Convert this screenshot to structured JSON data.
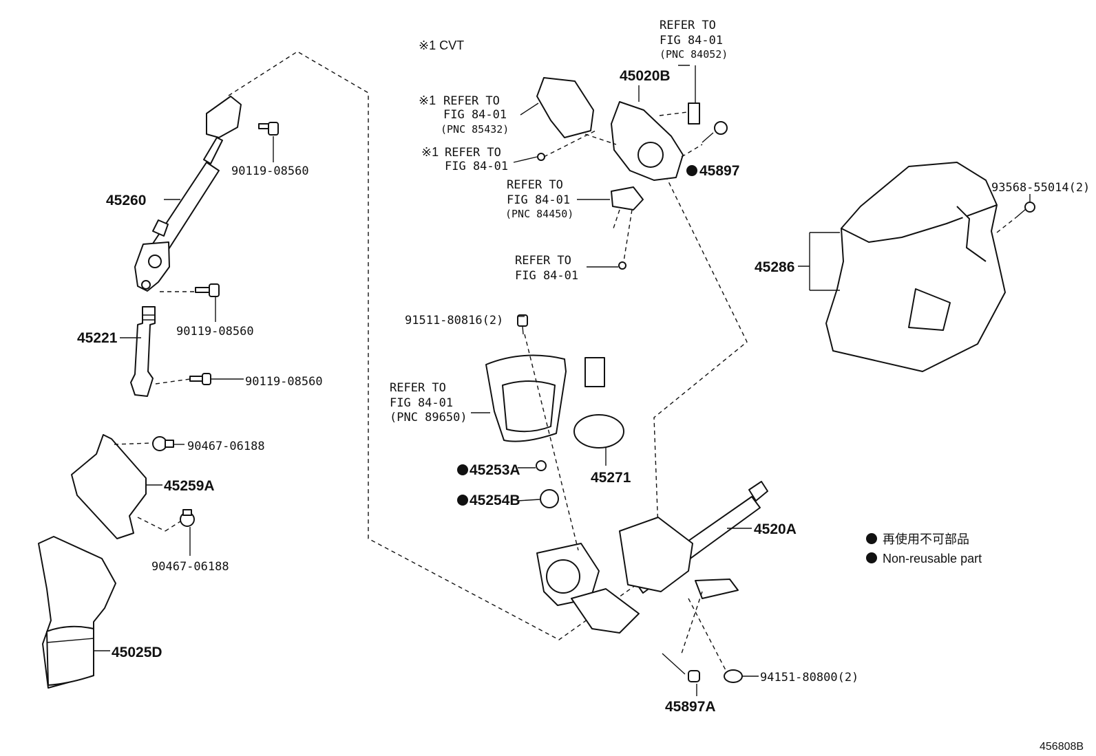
{
  "note_cvt": "※1 CVT",
  "callouts": {
    "refer_top": [
      "REFER TO",
      "FIG 84-01",
      "(PNC 84052)"
    ],
    "refer_85432": [
      "REFER TO",
      "FIG 84-01",
      "(PNC 85432)"
    ],
    "refer_85432_mark": "※1",
    "refer_plain1": [
      "REFER TO",
      "FIG 84-01"
    ],
    "refer_plain1_mark": "※1",
    "refer_84450": [
      "REFER TO",
      "FIG 84-01",
      "(PNC 84450)"
    ],
    "refer_plain2": [
      "REFER TO",
      "FIG 84-01"
    ],
    "refer_89650": [
      "REFER TO",
      "FIG 84-01",
      "(PNC 89650)"
    ]
  },
  "parts": {
    "p45020B": "45020B",
    "p45897": "45897",
    "p45260": "45260",
    "p90119a": "90119-08560",
    "p90119b": "90119-08560",
    "p90119c": "90119-08560",
    "p45221": "45221",
    "p91511": "91511-80816(2)",
    "p93568": "93568-55014(2)",
    "p45286": "45286",
    "p90467a": "90467-06188",
    "p90467b": "90467-06188",
    "p45259A": "45259A",
    "p45253A": "45253A",
    "p45254B": "45254B",
    "p45271": "45271",
    "p4520A": "4520A",
    "p45025D": "45025D",
    "p94151": "94151-80800(2)",
    "p45897A": "45897A"
  },
  "legend": {
    "jp": "再使用不可部品",
    "en": "Non-reusable part"
  },
  "figure_id": "456808B"
}
